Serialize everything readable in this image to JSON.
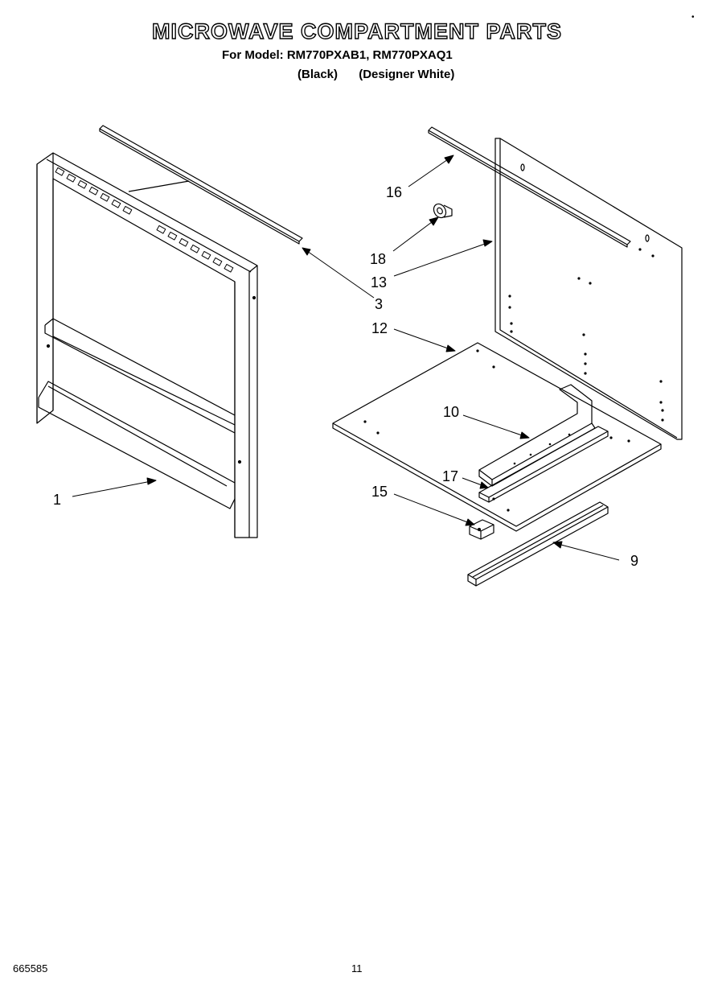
{
  "title": "MICROWAVE COMPARTMENT PARTS",
  "subtitle": {
    "models": "For Model: RM770PXAB1, RM770PXAQ1",
    "variant_1": "(Black)",
    "variant_2": "(Designer White)"
  },
  "callouts": {
    "c1": "1",
    "c3": "3",
    "c9": "9",
    "c10": "10",
    "c12": "12",
    "c13": "13",
    "c15": "15",
    "c16": "16",
    "c17": "17",
    "c18": "18"
  },
  "footer": {
    "doc_number": "665585",
    "page_number": "11"
  }
}
